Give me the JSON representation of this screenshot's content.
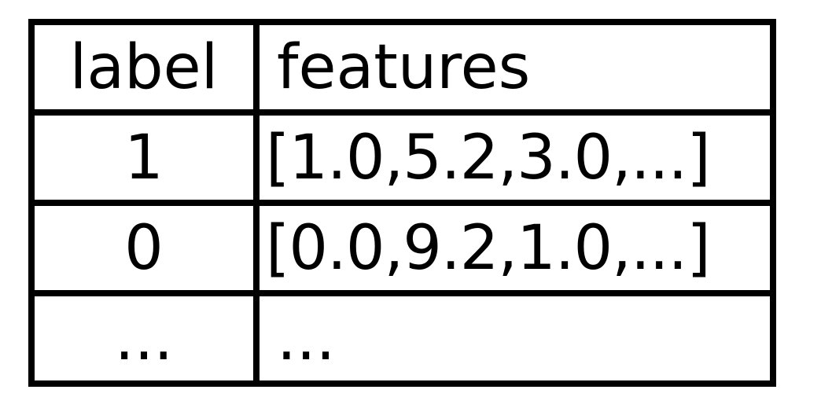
{
  "table": {
    "headers": {
      "label": "label",
      "features": "features"
    },
    "rows": [
      {
        "label": "1",
        "features": "[1.0,5.2,3.0,...]"
      },
      {
        "label": "0",
        "features": "[0.0,9.2,1.0,...]"
      },
      {
        "label": "...",
        "features": "..."
      }
    ]
  }
}
